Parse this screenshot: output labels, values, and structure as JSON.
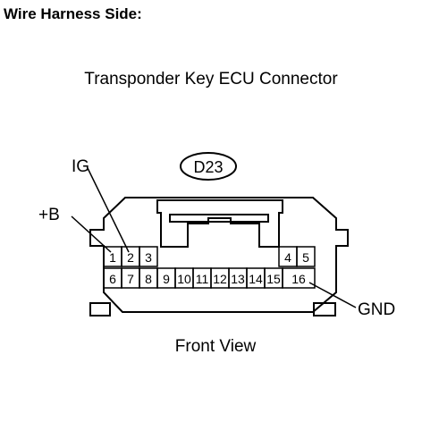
{
  "heading": "Wire Harness Side:",
  "subtitle": "Transponder Key ECU Connector",
  "connector": {
    "code": "D23",
    "view_label": "Front View",
    "pins": [
      "1",
      "2",
      "3",
      "4",
      "5",
      "6",
      "7",
      "8",
      "9",
      "10",
      "11",
      "12",
      "13",
      "14",
      "15",
      "16"
    ],
    "labels": {
      "plus_b": "+B",
      "ig": "IG",
      "gnd": "GND"
    }
  }
}
